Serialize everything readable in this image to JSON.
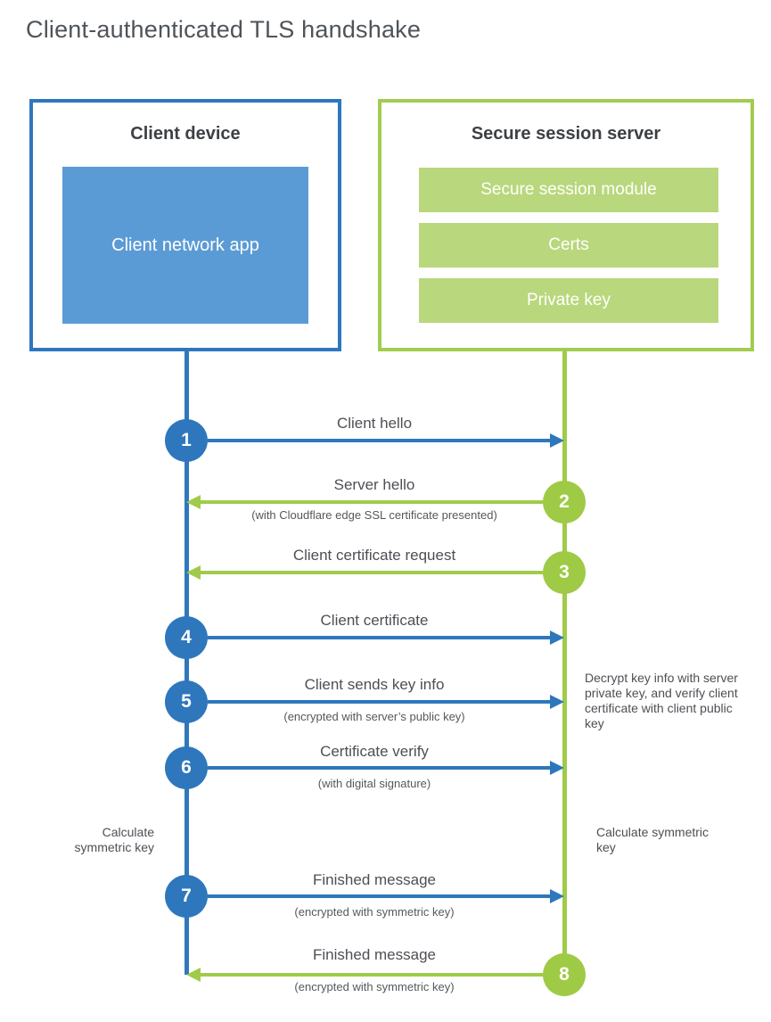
{
  "title": "Client-authenticated TLS handshake",
  "colors": {
    "blue": "#2e77bd",
    "blue_light": "#5b9bd5",
    "green": "#9fca45",
    "green_light": "#b9d77c",
    "text": "#4d4f54"
  },
  "client_device": {
    "title": "Client device",
    "app_label": "Client network app"
  },
  "server": {
    "title": "Secure session server",
    "modules": [
      "Secure session module",
      "Certs",
      "Private key"
    ]
  },
  "steps": [
    {
      "number": "1",
      "label": "Client hello",
      "sublabel": "",
      "direction": "right",
      "actor": "client"
    },
    {
      "number": "2",
      "label": "Server hello",
      "sublabel": "(with Cloudflare edge SSL certificate presented)",
      "direction": "left",
      "actor": "server"
    },
    {
      "number": "3",
      "label": "Client certificate request",
      "sublabel": "",
      "direction": "left",
      "actor": "server"
    },
    {
      "number": "4",
      "label": "Client certificate",
      "sublabel": "",
      "direction": "right",
      "actor": "client"
    },
    {
      "number": "5",
      "label": "Client sends key info",
      "sublabel": "(encrypted with server’s public key)",
      "direction": "right",
      "actor": "client"
    },
    {
      "number": "6",
      "label": "Certificate verify",
      "sublabel": "(with digital signature)",
      "direction": "right",
      "actor": "client"
    },
    {
      "number": "7",
      "label": "Finished message",
      "sublabel": "(encrypted with symmetric key)",
      "direction": "right",
      "actor": "client"
    },
    {
      "number": "8",
      "label": "Finished message",
      "sublabel": "(encrypted with symmetric key)",
      "direction": "left",
      "actor": "server"
    }
  ],
  "annotations": {
    "client_note": "Calculate symmetric key",
    "server_calc_note": "Calculate symmetric key",
    "server_note": "Decrypt key info with server private key, and verify client certificate with client public key"
  }
}
